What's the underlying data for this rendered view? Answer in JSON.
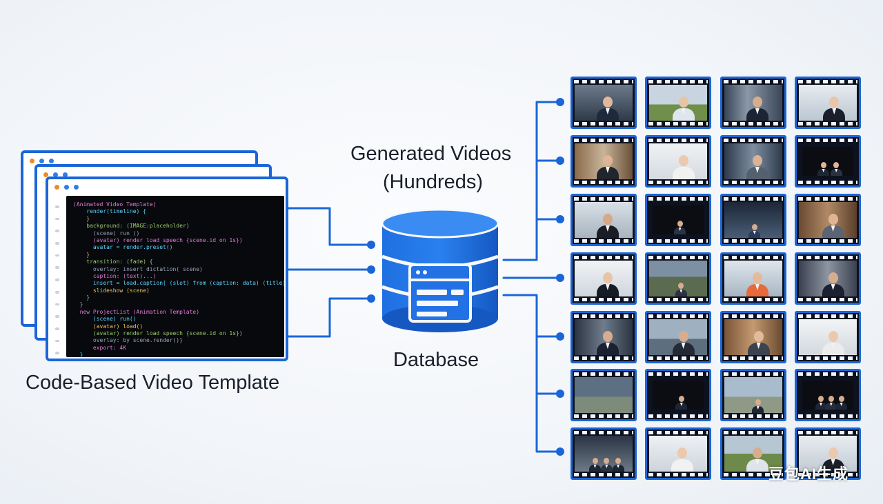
{
  "labels": {
    "template": "Code-Based Video Template",
    "generated_line1": "Generated Videos",
    "generated_line2": "(Hundreds)",
    "database": "Database"
  },
  "watermark": "豆包AI生成",
  "colors": {
    "accent": "#1a66d8",
    "accent_light": "#2f7de6",
    "dot_orange": "#f08a20",
    "editor_bg": "#07090d",
    "text": "#1a1f2a"
  },
  "icons": {
    "database": "database-cylinder-icon",
    "window_in_db": "browser-window-icon",
    "video_frame": "film-strip-icon"
  },
  "code_lines": [
    "(Animated Video Template)",
    "    render(timeline) {",
    "    }",
    "    background: (IMAGE:placeholder)",
    "      (scene) run ()",
    "      (avatar) render load speech {scene.id on 1s})",
    "      avatar = render.preset()",
    "    }",
    "    transition: (fade) {",
    "      overlay: insert dictation( scene)",
    "      caption: (text)...)",
    "      insert = load.caption[ (slot) from (caption: data) (title)]",
    "      slideshow (scene)",
    "    }",
    "  }",
    "  new ProjectList (Animation Template)",
    "      (scene) run()",
    "      (avatar) load()",
    "      (avatar) render load speech {scene.id on 1s})",
    "      overlay: by scene.render()}",
    "      export: 4K",
    "  }"
  ],
  "video_grid": {
    "rows": 7,
    "cols": 4
  }
}
